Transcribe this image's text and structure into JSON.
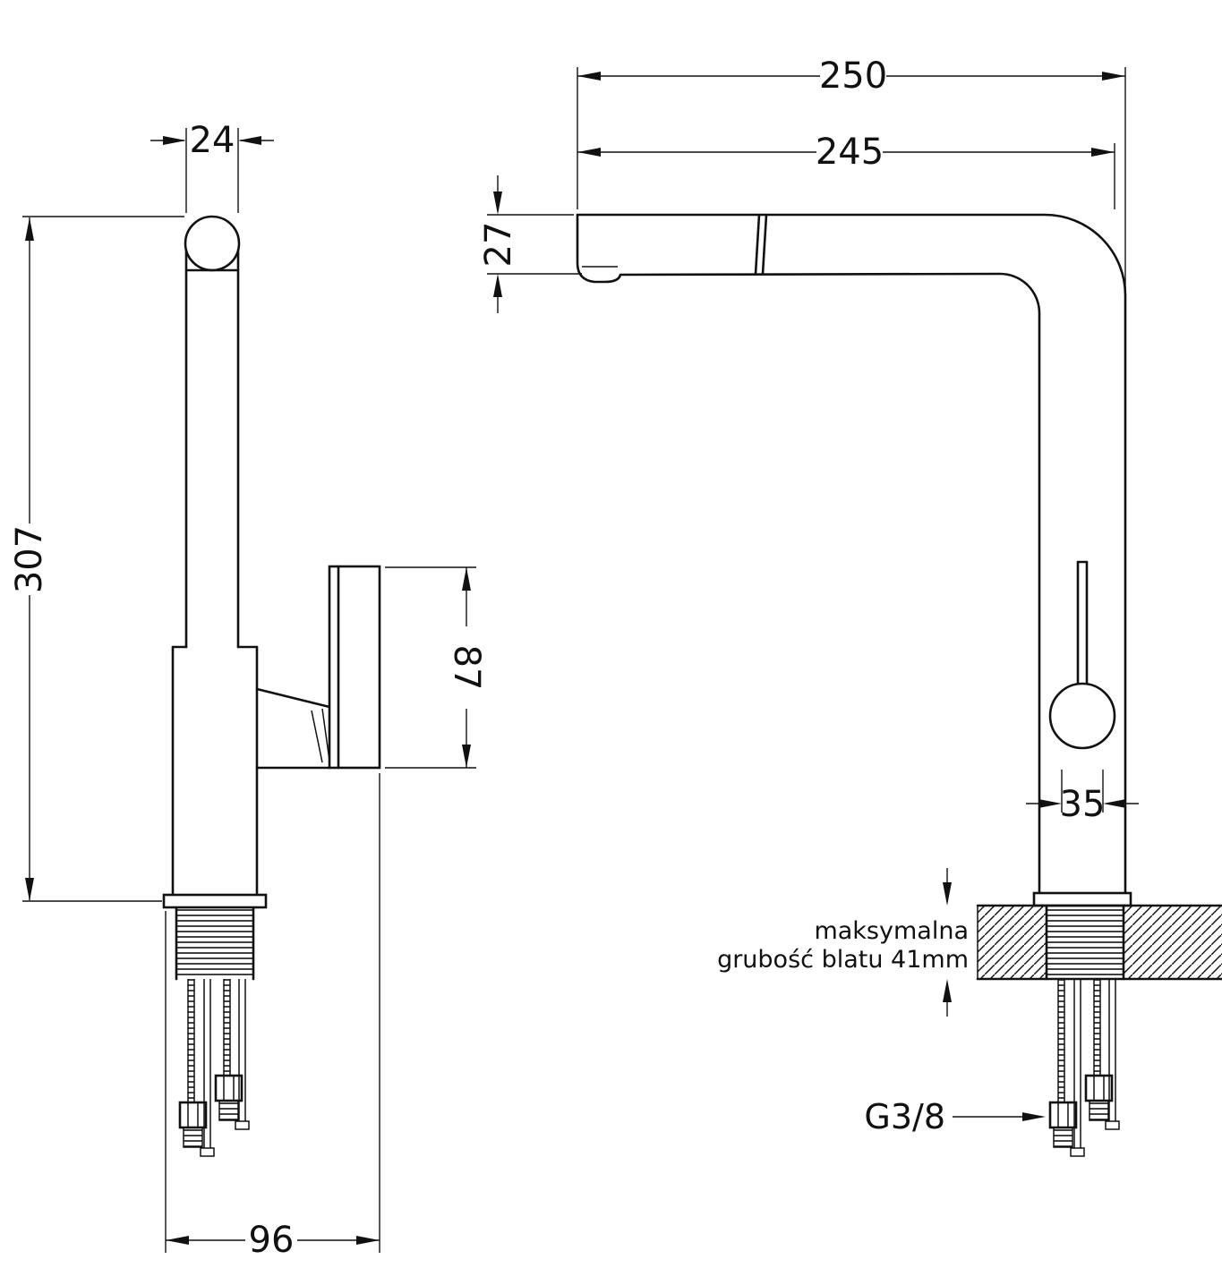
{
  "drawing": {
    "background": "#ffffff",
    "line_color": "#111111",
    "side_view": {
      "spout_diameter": "24",
      "total_height": "307",
      "handle_height": "87",
      "base_span": "96"
    },
    "front_view": {
      "total_reach": "250",
      "spout_reach": "245",
      "outlet_height": "27",
      "neck_diameter": "35",
      "thread_size": "G3/8"
    },
    "countertop_note": {
      "line1": "maksymalna",
      "line2": "grubość blatu 41mm"
    }
  }
}
